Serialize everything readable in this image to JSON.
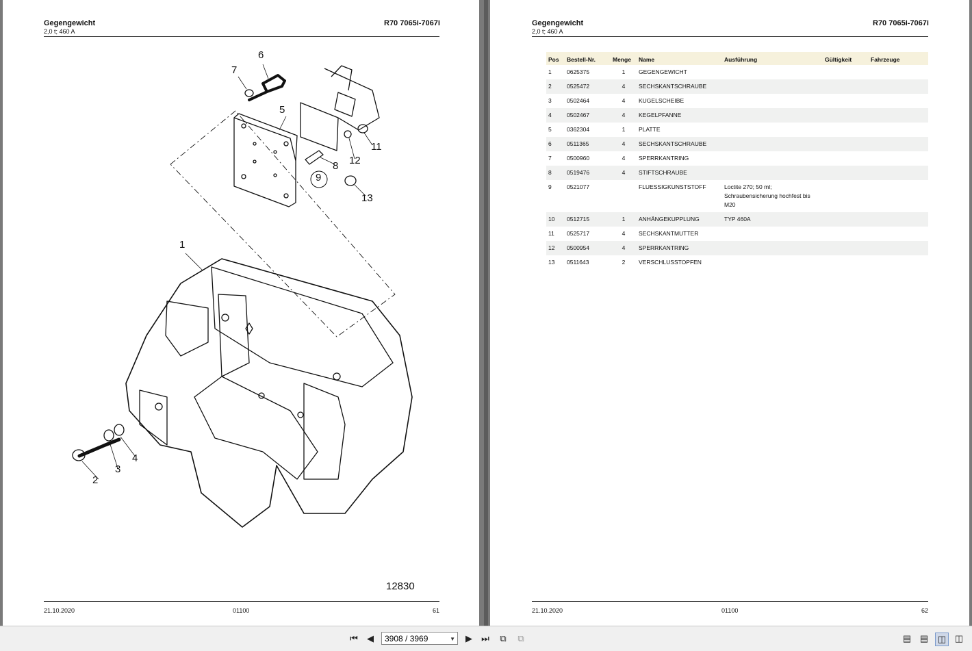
{
  "left_page": {
    "title": "Gegengewicht",
    "subtitle": "2,0 t; 460 A",
    "model": "R70 7065i-7067i",
    "figure_number": "12830",
    "callouts": [
      "1",
      "2",
      "3",
      "4",
      "5",
      "6",
      "7",
      "8",
      "9",
      "11",
      "12",
      "13"
    ],
    "footer": {
      "date": "21.10.2020",
      "code": "01100",
      "page": "61"
    }
  },
  "right_page": {
    "title": "Gegengewicht",
    "subtitle": "2,0 t; 460 A",
    "model": "R70 7065i-7067i",
    "columns": [
      "Pos",
      "Bestell-Nr.",
      "Menge",
      "Name",
      "Ausführung",
      "Gültigkeit",
      "Fahrzeuge"
    ],
    "rows": [
      {
        "pos": "1",
        "nr": "0625375",
        "menge": "1",
        "name": "GEGENGEWICHT",
        "ausf": ""
      },
      {
        "pos": "2",
        "nr": "0525472",
        "menge": "4",
        "name": "SECHSKANTSCHRAUBE",
        "ausf": ""
      },
      {
        "pos": "3",
        "nr": "0502464",
        "menge": "4",
        "name": "KUGELSCHEIBE",
        "ausf": ""
      },
      {
        "pos": "4",
        "nr": "0502467",
        "menge": "4",
        "name": "KEGELPFANNE",
        "ausf": ""
      },
      {
        "pos": "5",
        "nr": "0362304",
        "menge": "1",
        "name": "PLATTE",
        "ausf": ""
      },
      {
        "pos": "6",
        "nr": "0511365",
        "menge": "4",
        "name": "SECHSKANTSCHRAUBE",
        "ausf": ""
      },
      {
        "pos": "7",
        "nr": "0500960",
        "menge": "4",
        "name": "SPERRKANTRING",
        "ausf": ""
      },
      {
        "pos": "8",
        "nr": "0519476",
        "menge": "4",
        "name": "STIFTSCHRAUBE",
        "ausf": ""
      },
      {
        "pos": "9",
        "nr": "0521077",
        "menge": "",
        "name": "FLUESSIGKUNSTSTOFF",
        "ausf": [
          "Loctite 270; 50 ml;",
          "Schraubensicherung hochfest bis",
          "M20"
        ]
      },
      {
        "pos": "10",
        "nr": "0512715",
        "menge": "1",
        "name": "ANHÄNGEKUPPLUNG",
        "ausf": "TYP 460A"
      },
      {
        "pos": "11",
        "nr": "0525717",
        "menge": "4",
        "name": "SECHSKANTMUTTER",
        "ausf": ""
      },
      {
        "pos": "12",
        "nr": "0500954",
        "menge": "4",
        "name": "SPERRKANTRING",
        "ausf": ""
      },
      {
        "pos": "13",
        "nr": "0511643",
        "menge": "2",
        "name": "VERSCHLUSSTOPFEN",
        "ausf": ""
      }
    ],
    "footer": {
      "date": "21.10.2020",
      "code": "01100",
      "page": "62"
    }
  },
  "toolbar": {
    "page_indicator": "3908 / 3969",
    "icons": [
      "first-page-icon",
      "prev-page-icon",
      "next-page-icon",
      "last-page-icon",
      "go-back-view-icon",
      "go-forward-view-icon",
      "single-page-view-icon",
      "continuous-view-icon",
      "two-page-view-icon",
      "two-page-continuous-view-icon"
    ]
  }
}
